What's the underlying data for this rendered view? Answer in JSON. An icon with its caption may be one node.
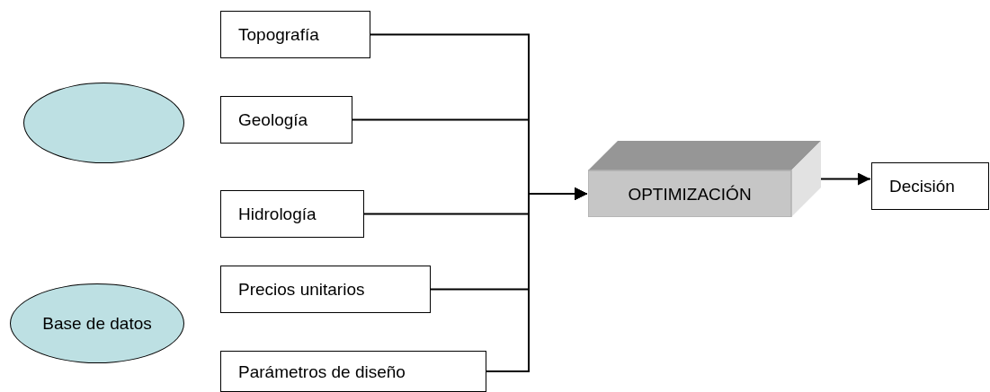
{
  "diagram": {
    "nodes": [
      {
        "text": [
          "Topografía"
        ]
      },
      {
        "text": [],
        "shape": "ellipse"
      },
      {
        "text": [
          "Geología"
        ]
      },
      {
        "text": [
          "Hidrología"
        ]
      },
      {
        "text": [
          "Base de datos"
        ]
      },
      {
        "text": [
          "Precios unitarios"
        ]
      },
      {
        "text": [
          "Parámetros de diseño"
        ]
      },
      {
        "text": [
          "OPTIMIZACIÓN"
        ]
      },
      {
        "text": [
          "Decisión"
        ]
      }
    ],
    "edges": [
      {
        "from": 0,
        "to": 7,
        "arrow": "to"
      },
      {
        "from": 2,
        "to": 7,
        "arrow": "to"
      },
      {
        "from": 3,
        "to": 7,
        "arrow": "to"
      },
      {
        "from": 5,
        "to": 7,
        "arrow": "to"
      },
      {
        "from": 6,
        "to": 7,
        "arrow": "to"
      },
      {
        "from": 7,
        "to": 8,
        "arrow": "to"
      }
    ]
  }
}
